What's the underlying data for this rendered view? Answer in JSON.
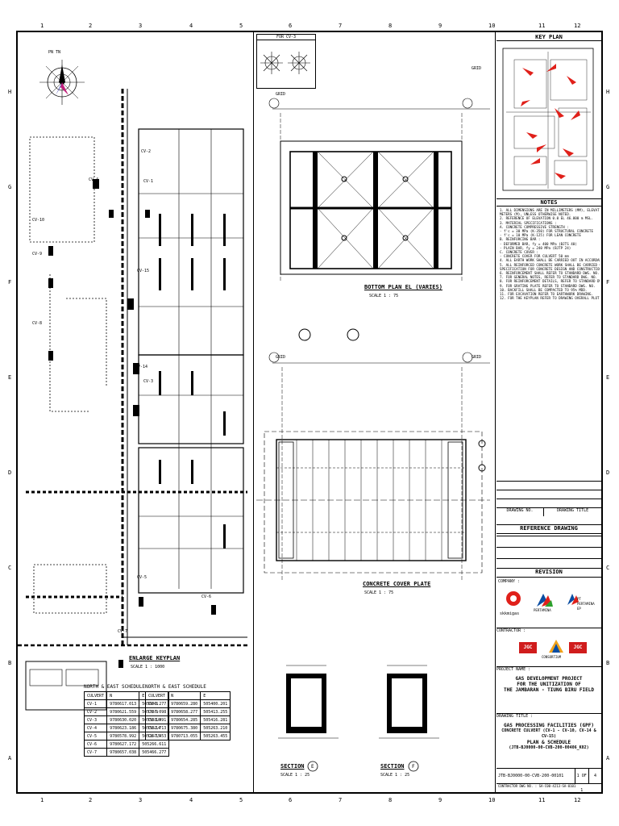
{
  "grid": {
    "columns": [
      "1",
      "2",
      "3",
      "4",
      "5",
      "6",
      "7",
      "8",
      "9",
      "10",
      "11",
      "12"
    ],
    "rows": [
      "H",
      "G",
      "F",
      "E",
      "D",
      "C",
      "B",
      "A"
    ]
  },
  "left_plan": {
    "north_label": "PN TN",
    "culvert_labels": [
      "CV-2",
      "CV-4",
      "CV-1",
      "CV-10",
      "CV-9",
      "CV-15",
      "CV-8",
      "CV-14",
      "CV-3",
      "CV-5",
      "CV-6",
      "CV-7"
    ],
    "title": "ENLARGE KEYPLAN",
    "scale": "SCALE   1 : 1000"
  },
  "schedule": {
    "title_left": "NORTH & EAST SCHEDULE",
    "title_right": "NORTH & EAST SCHEDULE",
    "headers": [
      "CULVERT",
      "N",
      "E"
    ],
    "rows_left": [
      [
        "CV-1",
        "9780617.013",
        "505000.277"
      ],
      [
        "CV-2",
        "9780621.559",
        "505787.098"
      ],
      [
        "CV-3",
        "9780630.020",
        "505583.491"
      ],
      [
        "CV-4",
        "9780623.186",
        "505582.713"
      ],
      [
        "CV-5",
        "9780578.992",
        "505267.453"
      ],
      [
        "CV-6",
        "9780627.172",
        "505266.611"
      ],
      [
        "CV-7",
        "9780657.038",
        "505466.277"
      ]
    ],
    "rows_right": [
      [
        "CV-8",
        "9780659.280",
        "505400.201"
      ],
      [
        "CV-9",
        "9780658.277",
        "505413.255"
      ],
      [
        "CV-10",
        "9780654.285",
        "505416.281"
      ],
      [
        "CV-14",
        "9780675.380",
        "505263.210"
      ],
      [
        "CV-15",
        "9780713.055",
        "505263.455"
      ]
    ]
  },
  "center": {
    "inset_title": "FOR CV-3",
    "grid_labels": [
      "GRID",
      "GRID",
      "GRID",
      "GRID"
    ],
    "bottom_plan_title": "BOTTOM PLAN EL (VARIES)",
    "bottom_plan_scale": "SCALE   1 : 75",
    "cover_plate_title": "CONCRETE COVER PLATE",
    "cover_plate_scale": "SCALE   1 : 75",
    "section_e": "SECTION",
    "section_e_mark": "E",
    "section_e_scale": "SCALE   1 : 25",
    "section_f": "SECTION",
    "section_f_mark": "F",
    "section_f_scale": "SCALE   1 : 25"
  },
  "right_panel": {
    "keyplan_title": "KEY PLAN",
    "notes_title": "NOTES",
    "notes": [
      "1. ALL DIMENSIONS ARE IN MILLIMETERS (MM), ELEVATIONS & COORDINATES ARE IN",
      "   METERS (M), UNLESS OTHERWISE NOTED.",
      "2. REFERENCE OF ELEVATION 0.0 EL 46.000 m MSL.",
      "3. MATERIAL SPECIFICATIONS :",
      "   A. CONCRETE COMPRESSIVE STRENGTH :",
      "      - f'c = 30 MPa (K-350) FOR STRUCTURAL CONCRETE",
      "      - f'c = 10 MPa (K-125) FOR LEAN CONCRETE",
      "   B. REINFORCING BAR :",
      "      - DEFORMED BAR, fy = 400 MPa (BJTS 40)",
      "      - PLAIN BAR, fy = 240 MPa (BJTP 24)",
      "   C. CONCRETE COVER :",
      "      - CONCRETE COVER FOR CULVERT 50 mm",
      "4. ALL EARTH WORK SHALL BE CARRIED OUT IN ACCORDANCE WITH SPECIFICATION",
      "5. ALL REINFORCED CONCRETE WORK SHALL BE CARRIED OUT IN ACCORDANCE WITH",
      "   SPECIFICATION FOR CONCRETE DESIGN AND CONSTRUCTION.",
      "6. REINFORCEMENT SHALL REFER TO STANDARD DWG. NO.",
      "7. FOR GENERAL NOTES, REFER TO STANDARD DWG. NO.",
      "8. FOR REINFORCEMENT DETAILS, REFER TO STANDARD DWG. NO.",
      "9. FOR GRATING PLATE REFER TO STANDARD DWG. NO.",
      "10. BACKFILL SHALL BE COMPACTED TO 95% MDD.",
      "11. FOR EXCAVATION REFER TO EARTHWORK DRAWING.",
      "12. FOR THE KEYPLAN REFER TO DRAWING OVERALL PLOT PLAN."
    ],
    "reference_title": "REFERENCE DRAWING",
    "reference_headers": [
      "DRAWING NO.",
      "DRAWING TITLE"
    ],
    "revision_title": "REVISION",
    "company_label": "COMPANY :",
    "company_1": "skkmigas",
    "company_2": "PERTAMINA",
    "company_3": "PT PERTAMINA EP",
    "contractor_label": "CONTRACTOR :",
    "contractor_1": "JGC",
    "contractor_2": "CONSORTIUM",
    "contractor_3": "JGC",
    "project_label": "PROJECT NAME :",
    "project_lines": [
      "GAS DEVELOPMENT PROJECT",
      "FOR THE UNITIZATION OF",
      "THE JAMBARAN - TIUNG BIRU FIELD"
    ],
    "drawing_title_label": "DRAWING TITLE :",
    "drawing_title_lines": [
      "GAS PROCESSING FACILITIES (GPF)",
      "CONCRETE CULVERT (CV-1 - CV-10, CV-14 & CV-15)",
      "PLAN & SCHEDULE"
    ],
    "drawing_no": "(JTB-BJ0000-00-CVB-200-00406_K02)",
    "drawing_no_2": "JTB-BJ0000-00-CVB-200-00101",
    "contractor_dwg": "CONTRACTOR DWG NO. : SA-C00-4213-SA-0101",
    "sheet": "1 OF 1",
    "rev": "4"
  },
  "colors": {
    "line": "#000000",
    "red": "#e0201a",
    "pertamina_blue": "#0a4da2",
    "pertamina_green": "#2ca02c",
    "jgc_red": "#d01c1c"
  }
}
